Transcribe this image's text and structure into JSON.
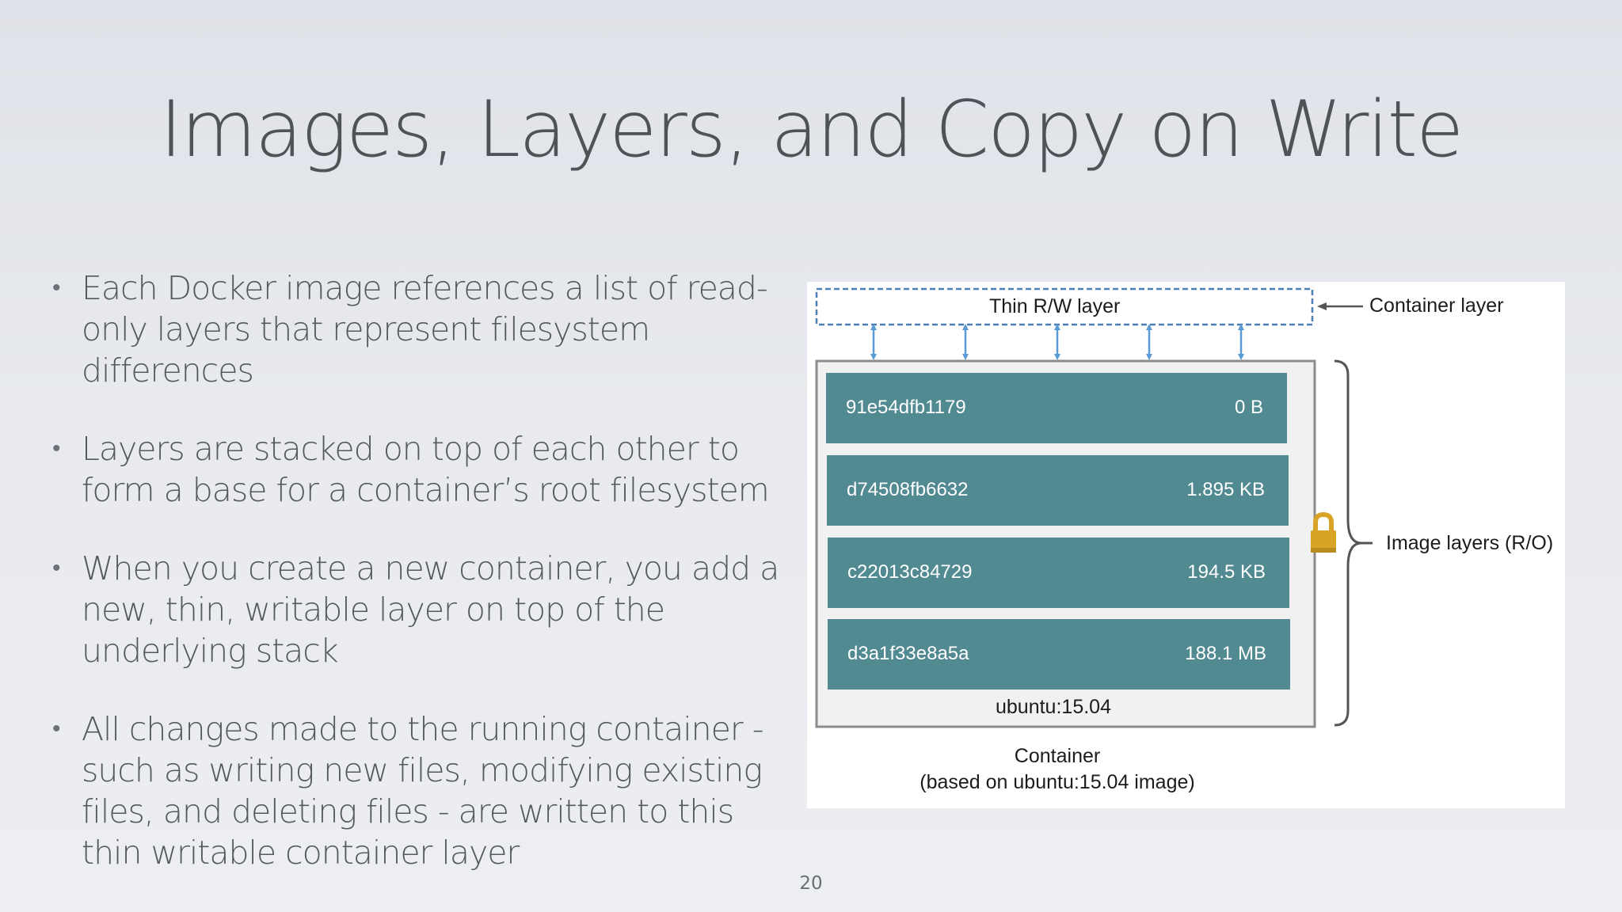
{
  "slide": {
    "title": "Images, Layers, and Copy on Write",
    "page_number": "20",
    "bullets": [
      "Each Docker image references a list of read-only layers that represent filesystem differences",
      "Layers are stacked on top of each other to form a base for a container’s root filesystem",
      "When you create a new container, you add a new, thin, writable layer on top of the underlying stack",
      "All changes made to the running container - such as writing new files, modifying existing files, and deleting files - are written to this thin writable container layer"
    ]
  },
  "figure": {
    "thin_layer_label": "Thin R/W layer",
    "container_layer_label": "Container layer",
    "image_layers_label": "Image layers (R/O)",
    "image_name": "ubuntu:15.04",
    "caption_line1": "Container",
    "caption_line2": "(based on ubuntu:15.04 image)",
    "layer_color": "#528a92",
    "lock_color": "#d8a326",
    "arrow_color": "#5b9bd5",
    "layers": [
      {
        "id": "91e54dfb1179",
        "size": "0 B"
      },
      {
        "id": "d74508fb6632",
        "size": "1.895 KB"
      },
      {
        "id": "c22013c84729",
        "size": "194.5 KB"
      },
      {
        "id": "d3a1f33e8a5a",
        "size": "188.1 MB"
      }
    ]
  }
}
